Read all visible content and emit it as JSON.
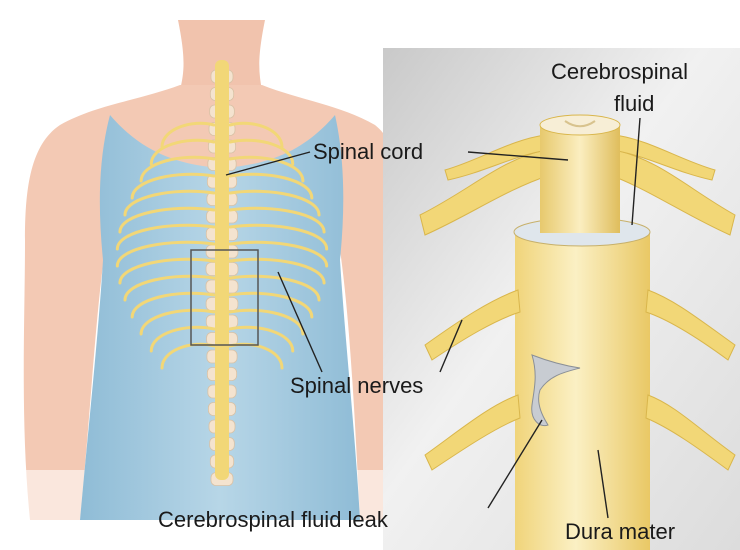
{
  "labels": {
    "spinal_cord": "Spinal cord",
    "spinal_nerves": "Spinal nerves",
    "csf_line1": "Cerebrospinal",
    "csf_line2": "fluid",
    "csf_leak": "Cerebrospinal fluid leak",
    "dura_mater": "Dura mater"
  },
  "colors": {
    "skin": "#f3c9b4",
    "skin_shadow": "#e8a98f",
    "tank": "#a9cde1",
    "tank_shadow": "#8fbcd6",
    "bone": "#f4e3cf",
    "nerve": "#f2d777",
    "nerve_dark": "#d9b64c",
    "dura": "#f6e6a0",
    "csf": "#dfe6ec",
    "leak": "#c8ccd2",
    "panel_bg": "#e8e8e8",
    "leader": "#222222"
  }
}
